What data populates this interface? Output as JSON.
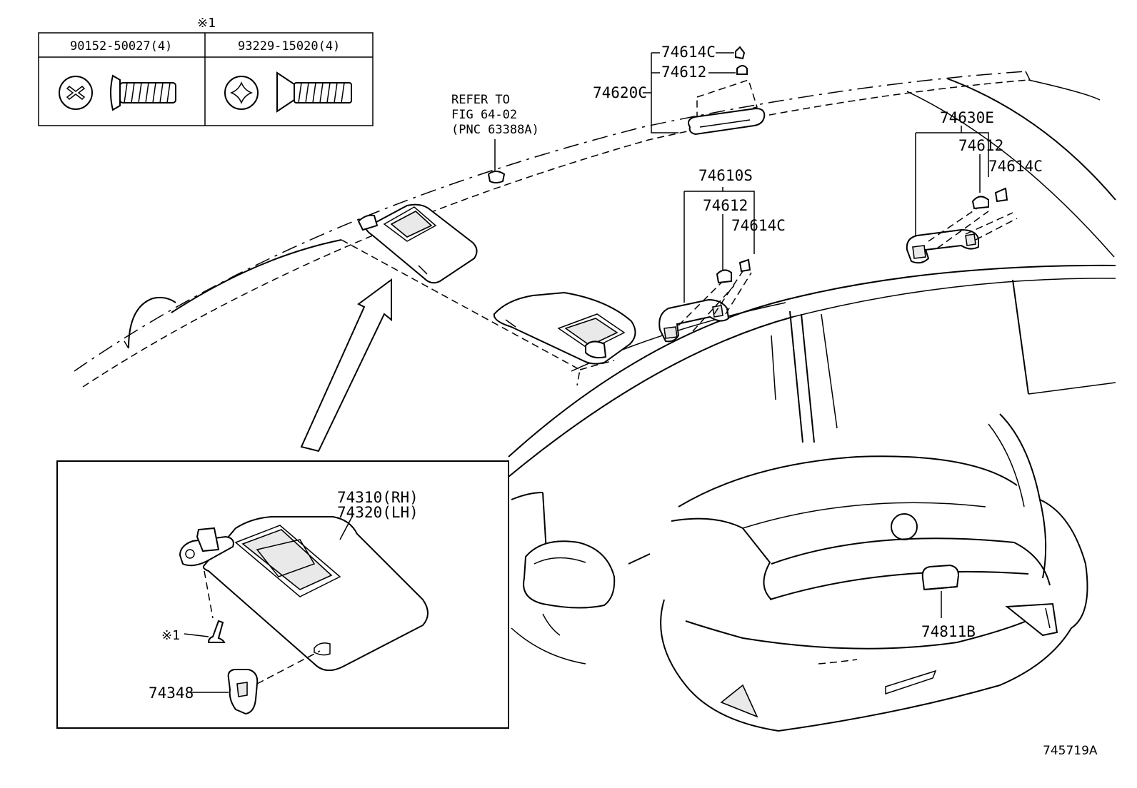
{
  "fastener_table": {
    "note_mark": "※1",
    "columns": [
      {
        "part": "90152-50027(4)",
        "head_icon": "cross-recess-screw-head"
      },
      {
        "part": "93229-15020(4)",
        "head_icon": "torx-screw-head"
      }
    ]
  },
  "refer_note": {
    "line1": "REFER TO",
    "line2": "FIG 64-02",
    "line3": "(PNC 63388A)"
  },
  "labels": {
    "grip_front_clip": "74614C",
    "grip_front_cap": "74612",
    "grip_front": "74620C",
    "grip_rear": "74630E",
    "grip_rear_cap": "74612",
    "grip_rear_clip": "74614C",
    "grip_mid": "74610S",
    "grip_mid_cap": "74612",
    "grip_mid_clip": "74614C",
    "sunvisor_rh": "74310(RH)",
    "sunvisor_lh": "74320(LH)",
    "screw_note": "※1",
    "visor_holder": "74348",
    "back_door_grip": "74811B"
  },
  "figure_id": "745719A"
}
